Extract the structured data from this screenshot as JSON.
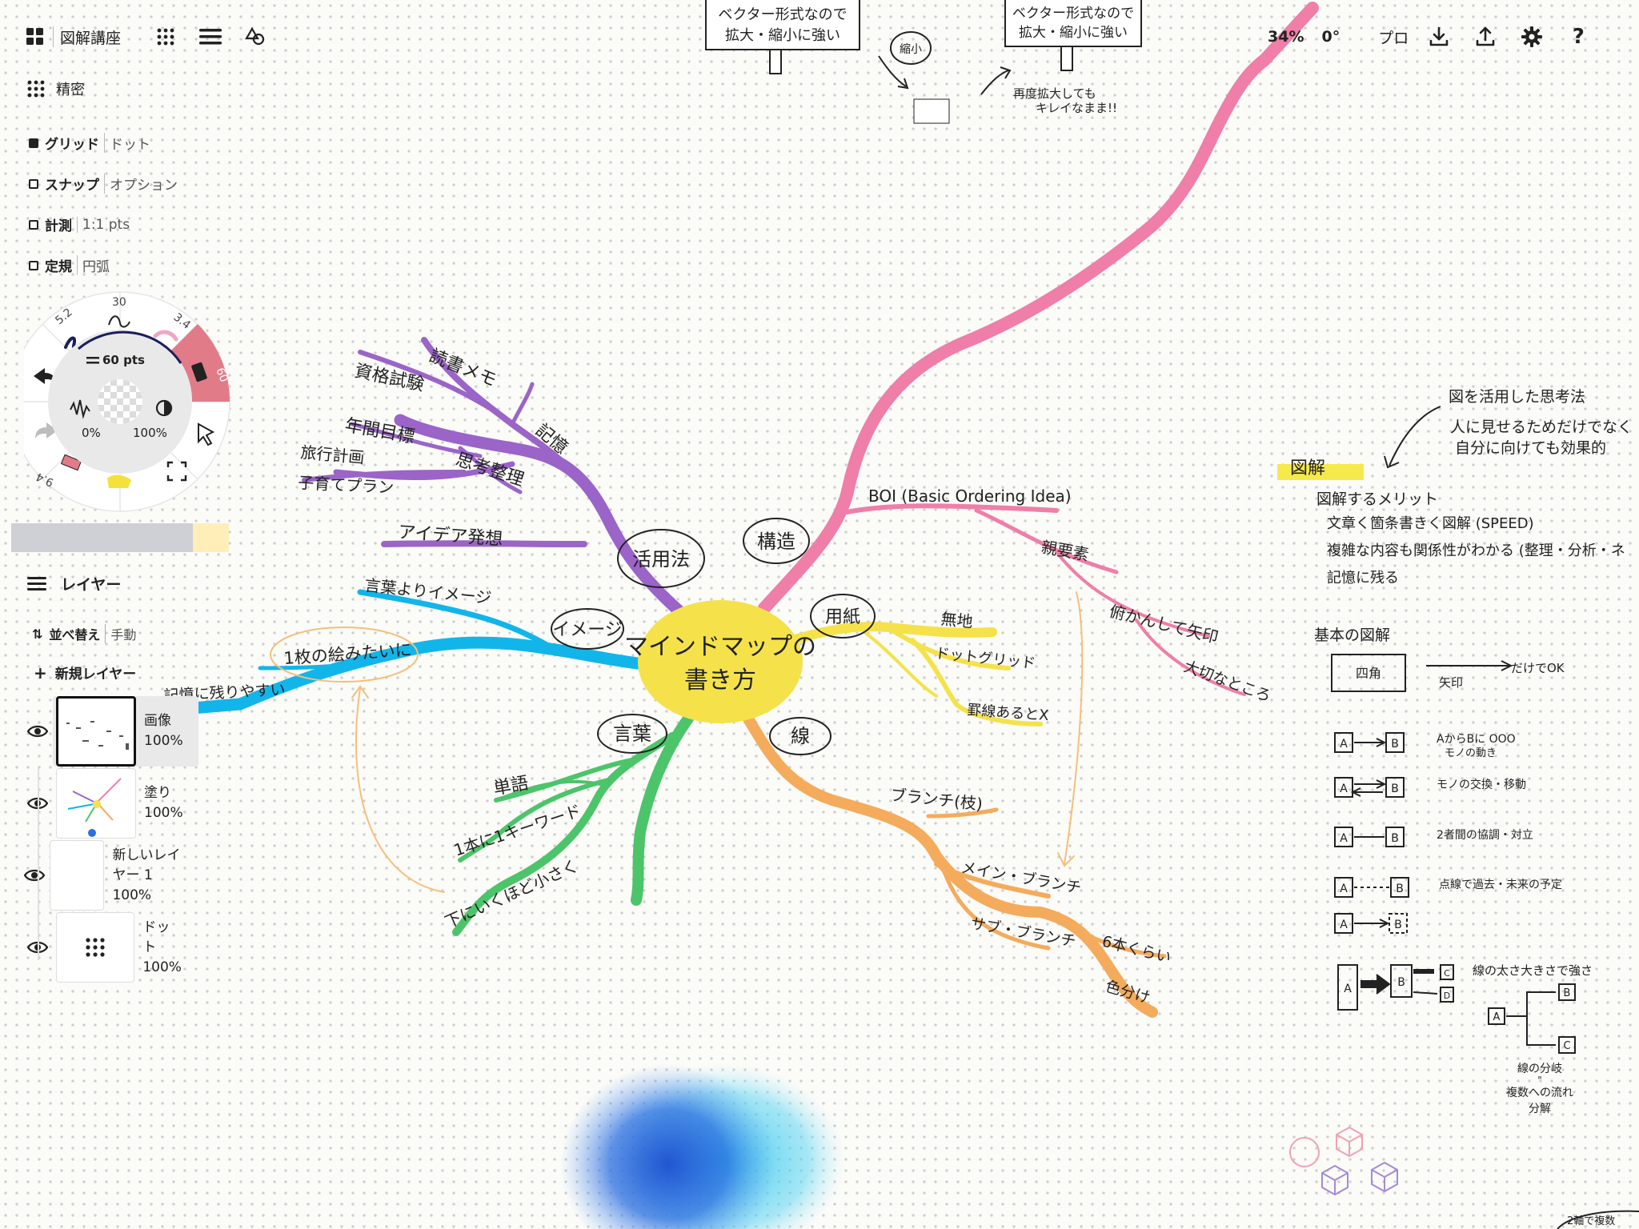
{
  "toolbar": {
    "app_title": "図解講座",
    "zoom": "34%",
    "rotation": "0°",
    "mode": "プロ"
  },
  "precision": {
    "title": "精密",
    "rows": [
      {
        "label": "グリッド",
        "value": "ドット",
        "on": true
      },
      {
        "label": "スナップ",
        "value": "オプション",
        "on": false
      },
      {
        "label": "計測",
        "value": "1:1 pts",
        "on": false
      },
      {
        "label": "定規",
        "value": "円弧",
        "on": false
      }
    ]
  },
  "brush_wheel": {
    "size_left": "5.2",
    "size_top": "30",
    "size_right": "3.4",
    "size_active": "60",
    "size_bottom_left": "9.4",
    "center_size": "60 pts",
    "opacity_left": "0%",
    "opacity_right": "100%",
    "colors": {
      "pink": "#e27b88",
      "yellow": "#f4e23a",
      "navy": "#1a1f5c"
    }
  },
  "layers": {
    "title": "レイヤー",
    "sort_label": "並べ替え",
    "sort_value": "手動",
    "new_layer": "新規レイヤー",
    "items": [
      {
        "name": "画像",
        "opacity": "100%"
      },
      {
        "name": "塗り",
        "opacity": "100%"
      },
      {
        "name": "新しいレイヤー 1",
        "opacity": "100%"
      },
      {
        "name": "ドット",
        "opacity": "100%"
      }
    ]
  },
  "mindmap": {
    "center": "マインドマップの\n書き方",
    "branches": [
      {
        "label": "活用法",
        "color": "#9b64c8",
        "items": [
          "読書メモ",
          "資格試験",
          "記憶",
          "年間目標",
          "思考整理",
          "旅行計画",
          "子育てプラン",
          "アイデア発想"
        ]
      },
      {
        "label": "イメージ",
        "color": "#12b5ea",
        "items": [
          "言葉よりイメージ",
          "1枚の絵みたいに",
          "記憶に残りやすい"
        ]
      },
      {
        "label": "言葉",
        "color": "#4cc46a",
        "items": [
          "単語",
          "1本に1キーワード",
          "下にいくほど小さく"
        ]
      },
      {
        "label": "構造",
        "color": "#ef7ea8",
        "items": [
          "BOI (Basic Ordering Idea)",
          "親要素",
          "俯かんして矢印",
          "大切なところ"
        ]
      },
      {
        "label": "用紙",
        "color": "#f5e24a",
        "items": [
          "無地",
          "ドットグリッド",
          "罫線あるとX"
        ]
      },
      {
        "label": "線",
        "color": "#f4ab5c",
        "items": [
          "ブランチ(枝)",
          "メイン・ブランチ",
          "サブ・ブランチ",
          "6本くらい",
          "色分け"
        ]
      }
    ]
  },
  "notes_top": {
    "sign_left": [
      "ベクター形式なので",
      "拡大・縮小に強い"
    ],
    "sign_right": [
      "ベクター形式なので",
      "拡大・縮小に強い"
    ],
    "shrink_label": "縮小",
    "enlarge_note": [
      "再度拡大しても",
      "キレイなまま!!"
    ]
  },
  "right_notes": {
    "callout": [
      "図を活用した思考法",
      "人に見せるためだけでなく",
      "自分に向けても効果的"
    ],
    "heading": "図解",
    "merits_title": "図解するメリット",
    "merits": [
      "文章く箇条書きく図解 (SPEED)",
      "複雑な内容も関係性がわかる (整理・分析・ネ",
      "記憶に残る"
    ],
    "basic_title": "基本の図解",
    "box_label": "四角",
    "arrow_label": "矢印",
    "ok_label": "だけでOK",
    "examples": [
      {
        "a": "A",
        "b": "B",
        "desc": [
          "AからBに OOO",
          "モノの動き"
        ]
      },
      {
        "a": "A",
        "b": "B",
        "desc": [
          "モノの交換・移動"
        ]
      },
      {
        "a": "A",
        "b": "B",
        "desc": [
          "2者間の協調・対立"
        ]
      },
      {
        "a": "A",
        "b": "B",
        "desc": [
          "点線で過去・未来の予定"
        ]
      },
      {
        "a": "A",
        "b": "B",
        "desc": []
      }
    ],
    "thickness": {
      "a": "A",
      "b": "B",
      "c": "C",
      "d": "D",
      "label": "線の太さ大きさで強さ"
    },
    "split": {
      "a": "A",
      "b": "B",
      "c": "C",
      "label": [
        "線の分岐",
        "\"",
        "複数への流れ",
        "分解"
      ]
    },
    "bottom_note": "2軸で複数"
  }
}
